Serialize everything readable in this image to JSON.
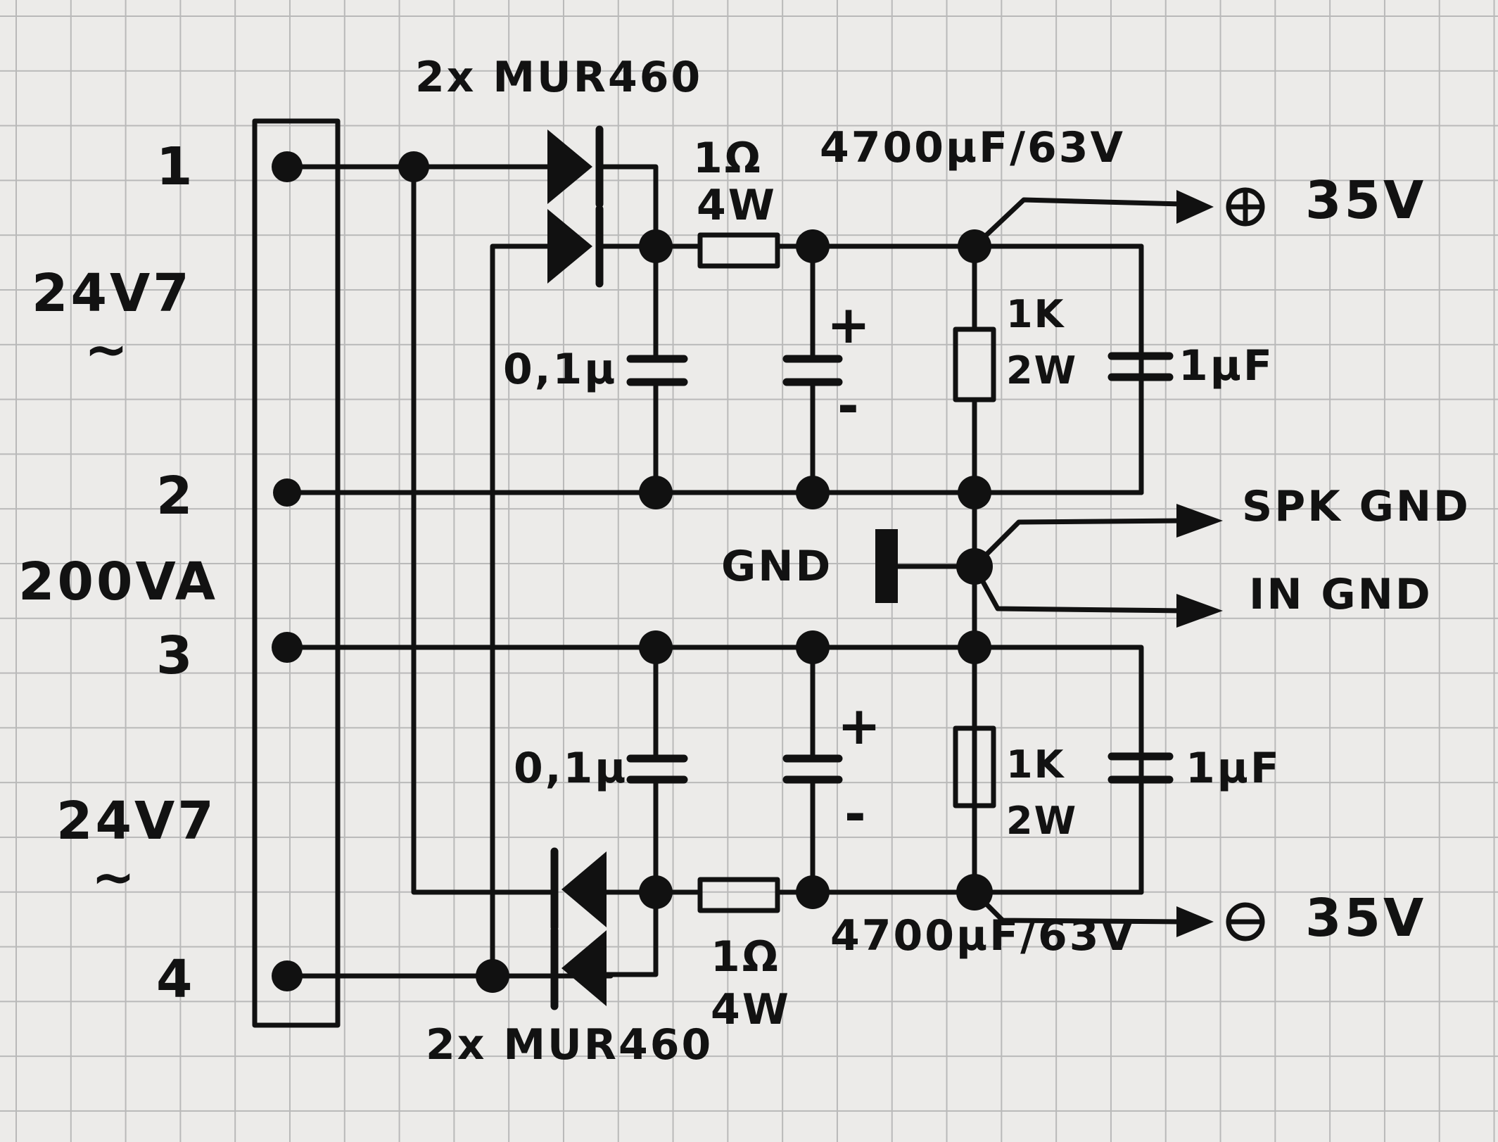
{
  "terminals": {
    "t1": "1",
    "t2": "2",
    "t3": "3",
    "t4": "4"
  },
  "transformer": {
    "winding_top": "24V7",
    "winding_bottom": "24V7",
    "ac_symbol": "~",
    "rating": "200VA"
  },
  "rectifiers": {
    "top": "2x MUR460",
    "bottom": "2x MUR460"
  },
  "series_resistors": {
    "top_value": "1Ω",
    "top_power": "4W",
    "bottom_value": "1Ω",
    "bottom_power": "4W"
  },
  "filter_caps": {
    "top": "4700µF/63V",
    "bottom": "4700µF/63V",
    "plus": "+",
    "minus": "-"
  },
  "small_caps": {
    "top": "0,1µ",
    "bottom": "0,1µ"
  },
  "bleeders": {
    "top_value": "1K",
    "top_power": "2W",
    "bottom_value": "1K",
    "bottom_power": "2W"
  },
  "bypass_caps": {
    "top": "1µF",
    "bottom": "1µF"
  },
  "outputs": {
    "positive": "35V",
    "negative": "35V",
    "spk_gnd": "SPK GND",
    "in_gnd": "IN GND",
    "gnd": "GND"
  }
}
